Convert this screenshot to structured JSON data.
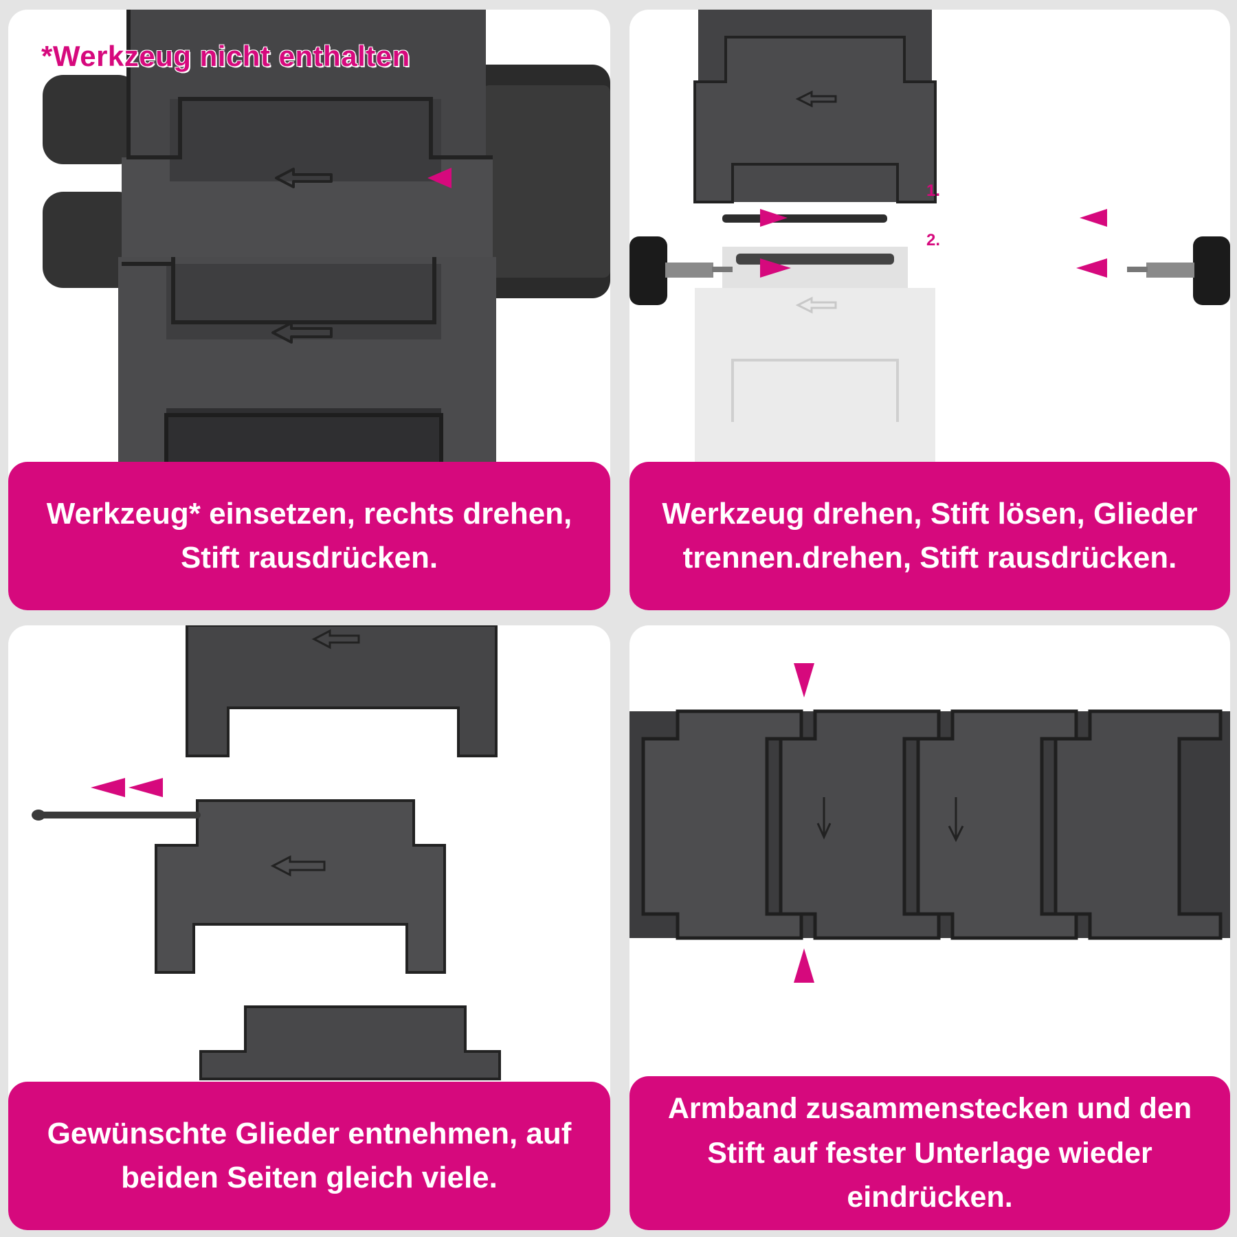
{
  "panels": [
    {
      "caption": "Werkzeug* einsetzen, rechts drehen, Stift rausdrücken.",
      "note": "*Werkzeug nicht enthalten"
    },
    {
      "caption": "Werkzeug drehen, Stift lösen, Glieder trennen.drehen, Stift rausdrücken.",
      "step_labels": [
        "1.",
        "2."
      ]
    },
    {
      "caption": "Gewünschte Glieder entnehmen, auf beiden Seiten gleich viele."
    },
    {
      "caption": "Armband zusammenstecken und den Stift auf fester Unterlage wieder eindrücken."
    }
  ],
  "colors": {
    "accent": "#d6097d",
    "link_metal": "#4a4a4c",
    "link_shadow": "#2a2a2c",
    "ghost_link": "#eeeeee"
  },
  "icons": [
    "arrow-left-icon",
    "arrow-down-icon",
    "triangle-pointer-icon",
    "pin-icon",
    "tool-icon"
  ]
}
